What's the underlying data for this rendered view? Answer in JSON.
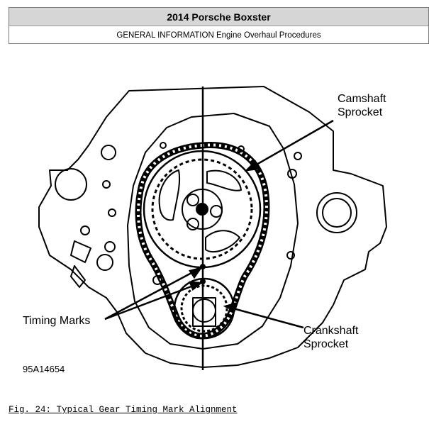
{
  "header": {
    "title": "2014 Porsche Boxster",
    "subtitle": "GENERAL INFORMATION Engine Overhaul Procedures"
  },
  "figure": {
    "labels": {
      "camshaft_line1": "Camshaft",
      "camshaft_line2": "Sprocket",
      "crankshaft_line1": "Crankshaft",
      "crankshaft_line2": "Sprocket",
      "timing_marks": "Timing Marks"
    },
    "figure_number": "95A14654"
  },
  "caption": "Fig. 24: Typical Gear Timing Mark Alignment"
}
